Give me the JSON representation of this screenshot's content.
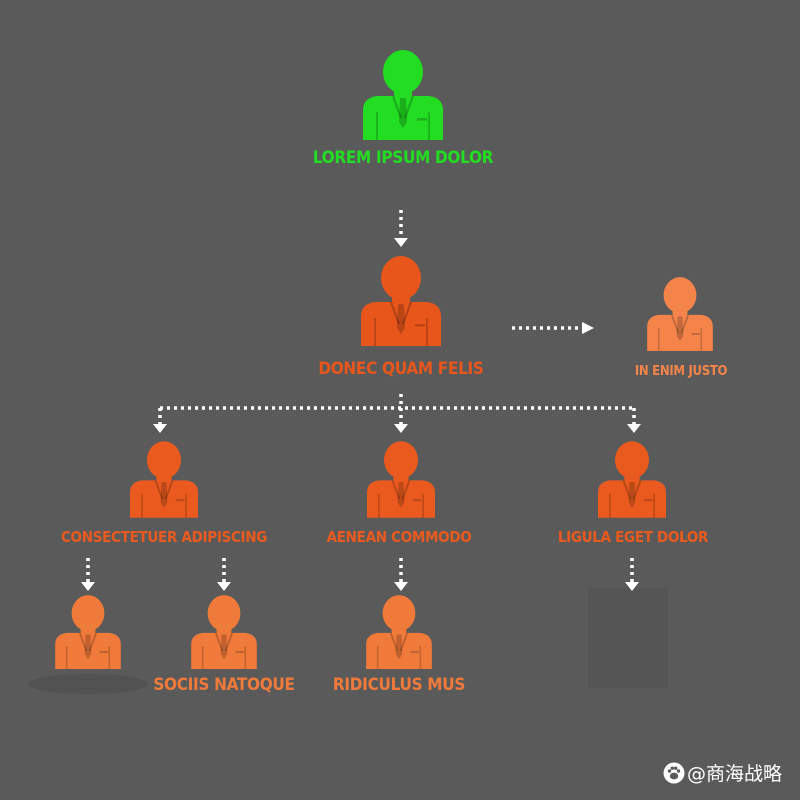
{
  "colors": {
    "background": "#5a5a5a",
    "root": "#22dd22",
    "level1": "#e8561c",
    "level2": "#ea5a1e",
    "level3": "#f07a3a",
    "side": "#f5844a",
    "arrow": "#ffffff"
  },
  "nodes": {
    "root": {
      "label": "LOREM IPSUM DOLOR"
    },
    "manager": {
      "label": "DONEC QUAM FELIS"
    },
    "side": {
      "label": "IN ENIM JUSTO"
    },
    "left": {
      "label": "CONSECTETUER ADIPISCING"
    },
    "center": {
      "label": "AENEAN COMMODO"
    },
    "right": {
      "label": "LIGULA EGET DOLOR"
    },
    "left_child_1": {
      "label": ""
    },
    "left_child_2": {
      "label": "SOCIIS NATOQUE"
    },
    "center_child": {
      "label": "RIDICULUS MUS"
    }
  },
  "watermark": {
    "text": "@商海战略",
    "icon": "paw-icon"
  }
}
